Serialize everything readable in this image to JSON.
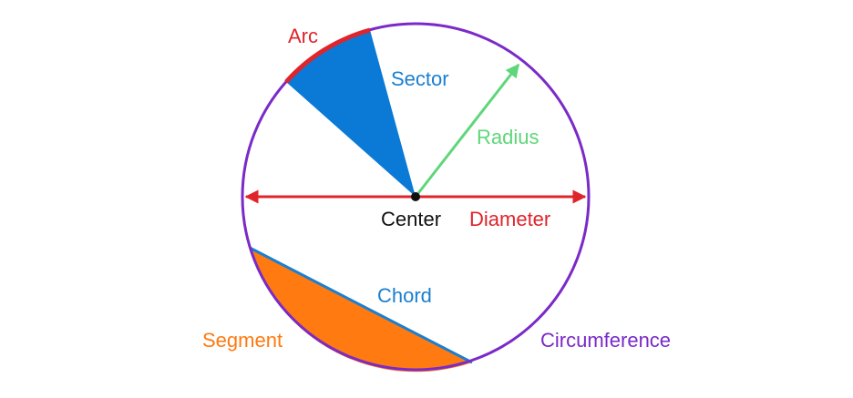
{
  "labels": {
    "arc": "Arc",
    "sector": "Sector",
    "radius": "Radius",
    "center": "Center",
    "diameter": "Diameter",
    "chord": "Chord",
    "segment": "Segment",
    "circumference": "Circumference"
  },
  "colors": {
    "arc": "#e0242b",
    "sector": "#0a7ad6",
    "radius": "#5fd67a",
    "center": "#111111",
    "diameter": "#e0242b",
    "chord": "#1a7fd0",
    "segment": "#ff7a10",
    "circumference": "#7a2ac8"
  }
}
